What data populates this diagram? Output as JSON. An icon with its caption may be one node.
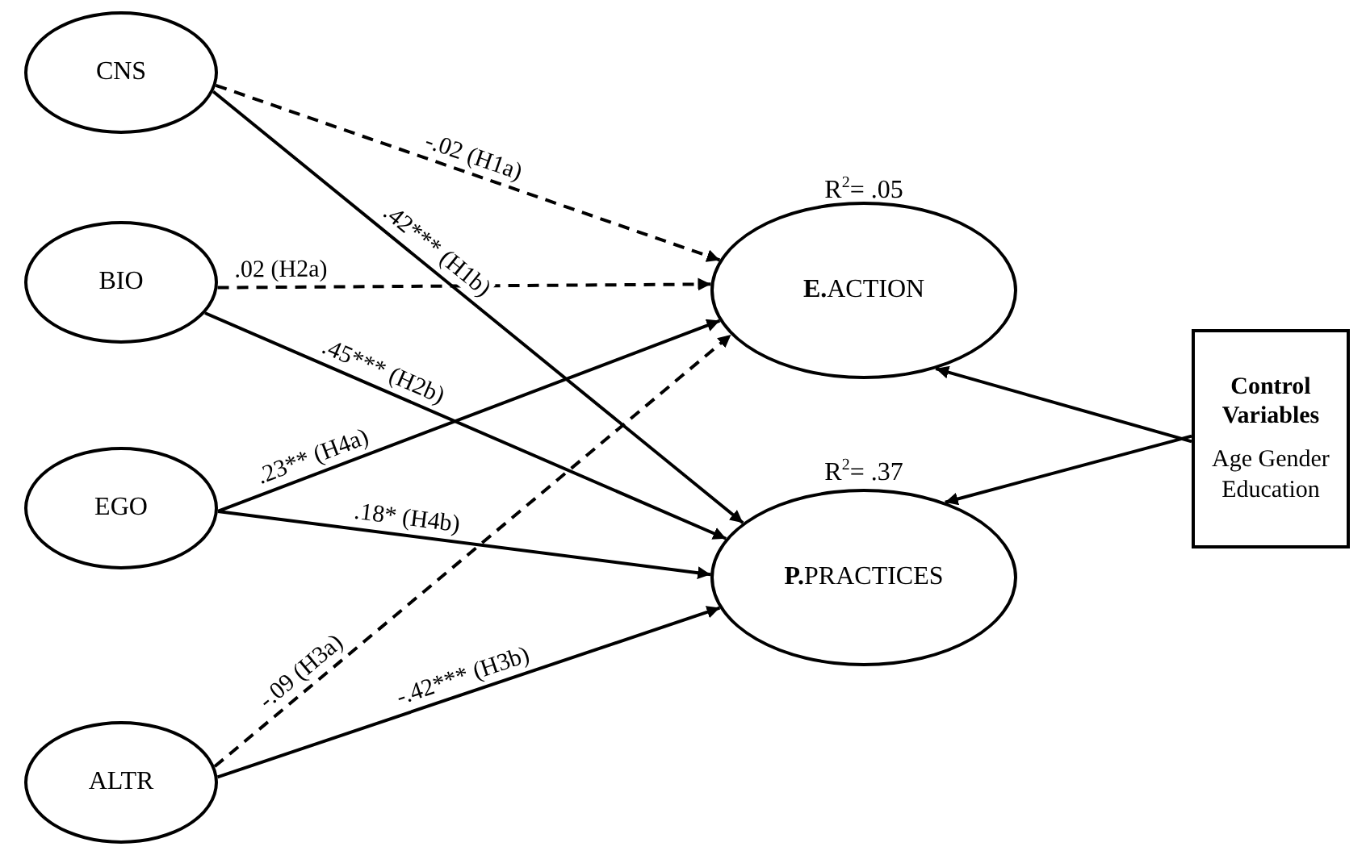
{
  "diagram": {
    "nodes": [
      {
        "text": [
          "CNS"
        ]
      },
      {
        "text": [
          "BIO"
        ]
      },
      {
        "text": [
          "EGO"
        ]
      },
      {
        "text": [
          "ALTR"
        ]
      },
      {
        "text": [
          "**E.**ACTION"
        ],
        "beside": [
          "R$^{2}$= .05"
        ]
      },
      {
        "text": [
          "**P.**PRACTICES"
        ],
        "beside": [
          "R$^{2}$= .37"
        ]
      },
      {
        "text": [
          "Control Variables",
          "Age Gender Education"
        ]
      }
    ],
    "edges": [
      {
        "from": 0,
        "to": 4,
        "arrow": "to",
        "label": "-.02 (H1a)",
        "style": "dashed"
      },
      {
        "from": 0,
        "to": 5,
        "arrow": "to",
        "label": ".42*** (H1b)"
      },
      {
        "from": 1,
        "to": 4,
        "arrow": "to",
        "label": ".02 (H2a)",
        "style": "dashed"
      },
      {
        "from": 1,
        "to": 5,
        "arrow": "to",
        "label": ".45*** (H2b)"
      },
      {
        "from": 2,
        "to": 4,
        "arrow": "to",
        "label": ".23** (H4a)"
      },
      {
        "from": 2,
        "to": 5,
        "arrow": "to",
        "label": ".18* (H4b)"
      },
      {
        "from": 3,
        "to": 4,
        "arrow": "to",
        "label": "-.09 (H3a)",
        "style": "dashed"
      },
      {
        "from": 3,
        "to": 5,
        "arrow": "to",
        "label": "-.42*** (H3b)"
      },
      {
        "from": 6,
        "to": 4,
        "arrow": "to"
      },
      {
        "from": 6,
        "to": 5,
        "arrow": "to"
      }
    ]
  }
}
